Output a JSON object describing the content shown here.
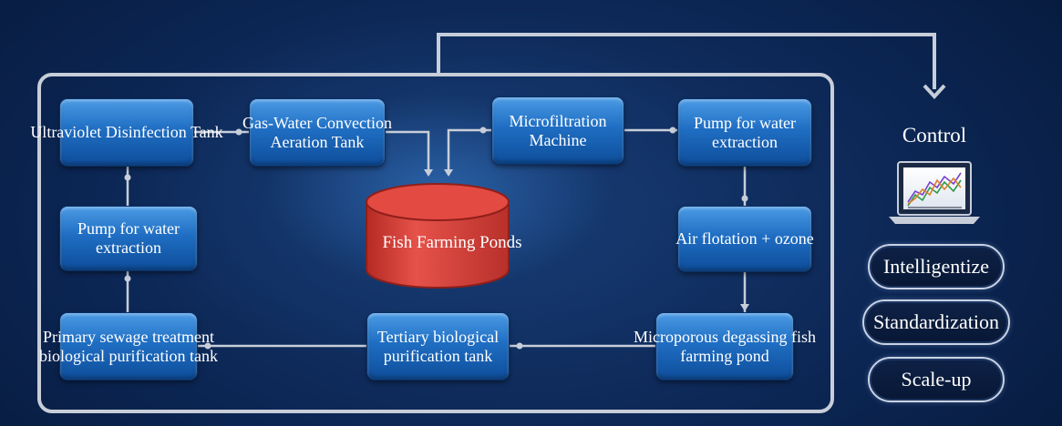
{
  "nodes": {
    "uv_tank": "Ultraviolet Disinfection Tank",
    "gas_water_tank": "Gas-Water Convection Aeration Tank",
    "microfiltration": "Microfiltration Machine",
    "pump_right": "Pump for water extraction",
    "air_flotation": "Air flotation + ozone",
    "microporous_pond": "Microporous degassing fish farming pond",
    "tertiary_tank": "Tertiary biological purification tank",
    "primary_tank": "Primary sewage treatment biological purification tank",
    "pump_left": "Pump for water extraction",
    "fish_ponds": "Fish Farming Ponds"
  },
  "control": {
    "title": "Control",
    "icon": "laptop-chart-icon",
    "tags": [
      "Intelligentize",
      "Standardization",
      "Scale-up"
    ]
  },
  "colors": {
    "background": "#0b2552",
    "box": "#1f6ec3",
    "tank": "#d93f36",
    "line": "#c7ced9"
  }
}
